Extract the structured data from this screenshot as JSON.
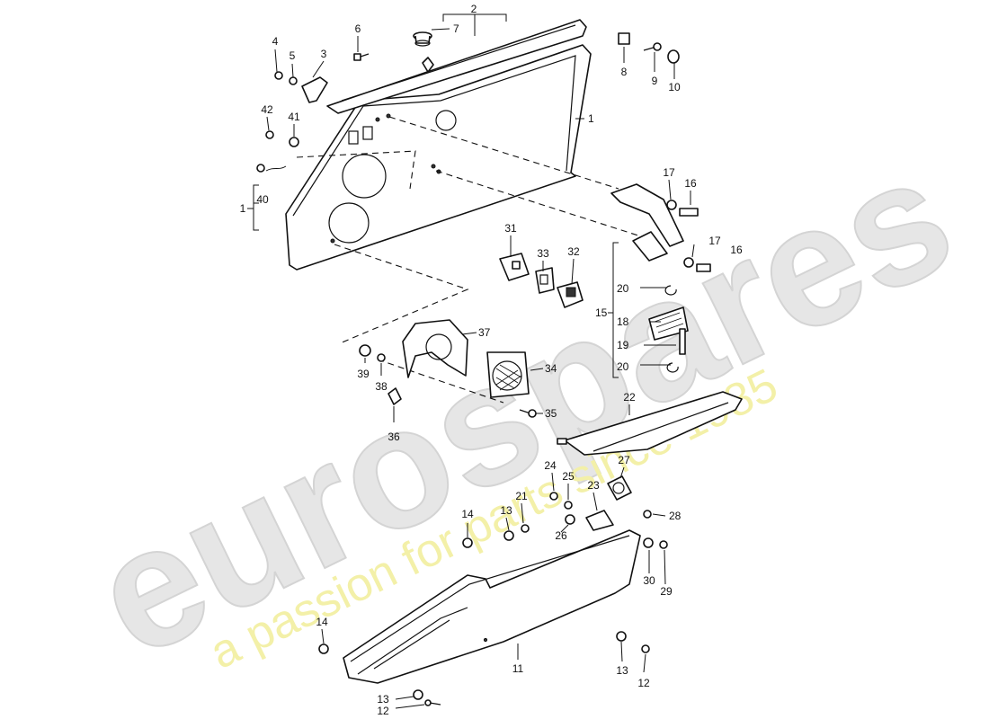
{
  "watermark": {
    "brand": "eurospares",
    "tagline": "a passion for parts since 1985"
  },
  "callouts": {
    "c1a": "1",
    "c1b": "1",
    "c2": "2",
    "c3": "3",
    "c4": "4",
    "c5": "5",
    "c6": "6",
    "c7": "7",
    "c8": "8",
    "c9": "9",
    "c10": "10",
    "c11": "11",
    "c12a": "12",
    "c12b": "12",
    "c13a": "13",
    "c13b": "13",
    "c13c": "13",
    "c14a": "14",
    "c14b": "14",
    "c15": "15",
    "c16a": "16",
    "c16b": "16",
    "c17a": "17",
    "c17b": "17",
    "c18": "18",
    "c19": "19",
    "c20a": "20",
    "c20b": "20",
    "c21": "21",
    "c22": "22",
    "c23": "23",
    "c24": "24",
    "c25": "25",
    "c26": "26",
    "c27": "27",
    "c28": "28",
    "c29": "29",
    "c30": "30",
    "c31": "31",
    "c32": "32",
    "c33": "33",
    "c34": "34",
    "c35": "35",
    "c36": "36",
    "c37": "37",
    "c38": "38",
    "c39": "39",
    "c40": "40",
    "c41": "41",
    "c42": "42"
  }
}
